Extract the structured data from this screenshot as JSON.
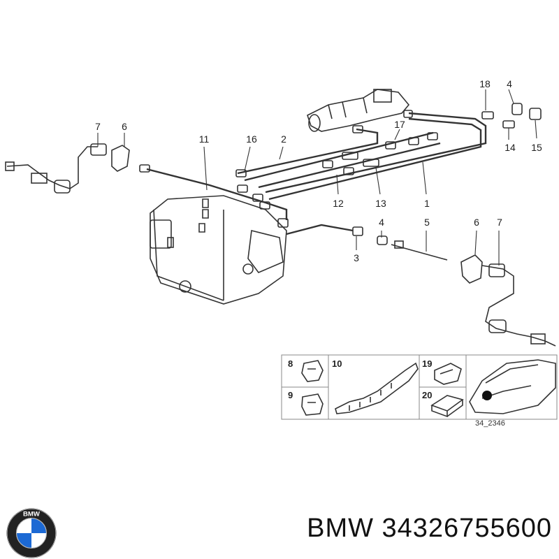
{
  "callouts": {
    "c18": "18",
    "c4a": "4",
    "c17": "17",
    "c14": "14",
    "c15": "15",
    "c7a": "7",
    "c6a": "6",
    "c11": "11",
    "c16": "16",
    "c2": "2",
    "c12": "12",
    "c13": "13",
    "c1": "1",
    "c4b": "4",
    "c5": "5",
    "c6b": "6",
    "c7b": "7",
    "c3": "3"
  },
  "inset": {
    "n8": "8",
    "n9": "9",
    "n10": "10",
    "n19": "19",
    "n20": "20",
    "ref": "34_2346"
  },
  "logo_text": "BMW",
  "footer": {
    "text": "BMW 34326755600"
  }
}
